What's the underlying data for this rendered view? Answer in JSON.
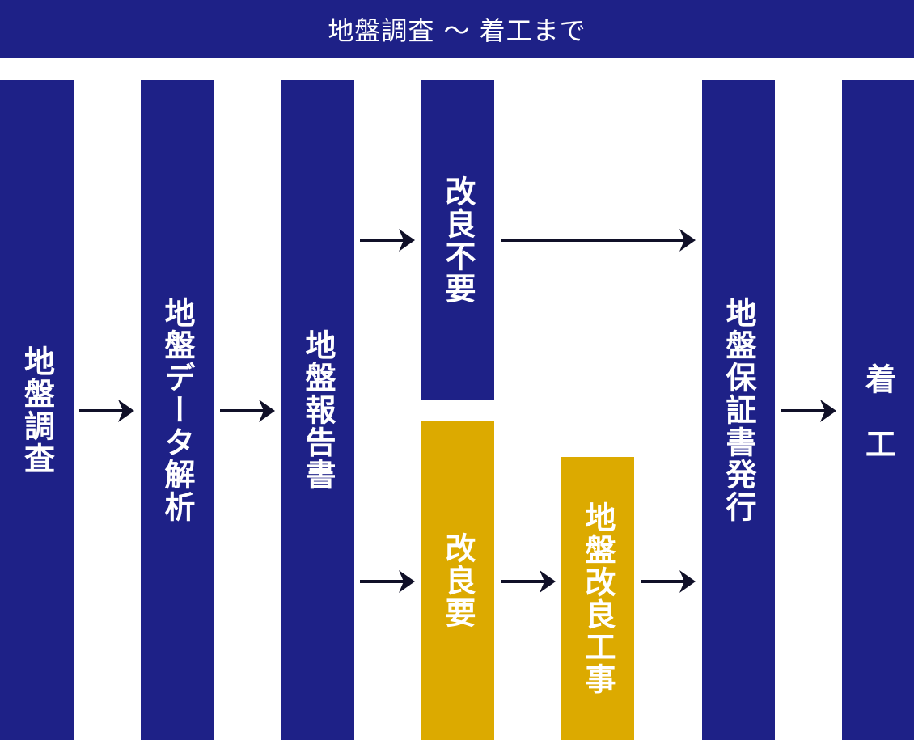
{
  "colors": {
    "primary": "#1e2187",
    "accent": "#dcaa00",
    "arrow": "#101028"
  },
  "header": {
    "title": "地盤調査 〜 着工まで"
  },
  "steps": {
    "survey": "地盤調査",
    "analysis": "地盤データ解析",
    "report": "地盤報告書",
    "no_improvement": "改良不要",
    "improvement_needed": "改良要",
    "improvement_work": "地盤改良工事",
    "guarantee": "地盤保証書発行",
    "construction": "着　工"
  }
}
